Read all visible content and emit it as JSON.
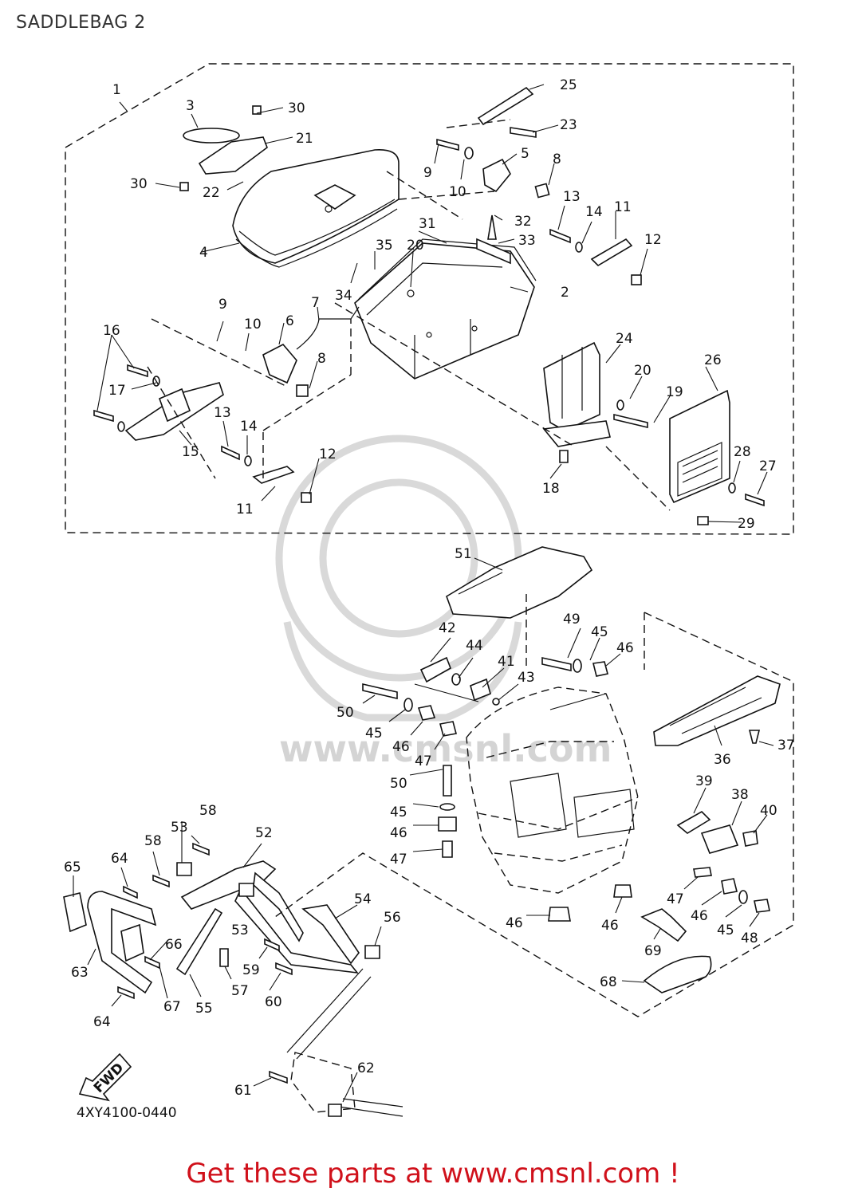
{
  "title": "SADDLEBAG 2",
  "diagram_code": "4XY4100-0440",
  "fwd_label": "FWD",
  "watermark": "www.cmsnl.com",
  "banner": "Get these parts at www.cmsnl.com !",
  "colors": {
    "banner": "#d0111b",
    "line": "#111111",
    "watermark": "#d4d4d4"
  },
  "callouts": [
    {
      "id": "c1",
      "label": "1"
    },
    {
      "id": "c2",
      "label": "2"
    },
    {
      "id": "c3",
      "label": "3"
    },
    {
      "id": "c4",
      "label": "4"
    },
    {
      "id": "c5",
      "label": "5"
    },
    {
      "id": "c6",
      "label": "6"
    },
    {
      "id": "c7",
      "label": "7"
    },
    {
      "id": "c8a",
      "label": "8"
    },
    {
      "id": "c8b",
      "label": "8"
    },
    {
      "id": "c9a",
      "label": "9"
    },
    {
      "id": "c9b",
      "label": "9"
    },
    {
      "id": "c10a",
      "label": "10"
    },
    {
      "id": "c10b",
      "label": "10"
    },
    {
      "id": "c11a",
      "label": "11"
    },
    {
      "id": "c11b",
      "label": "11"
    },
    {
      "id": "c12a",
      "label": "12"
    },
    {
      "id": "c12b",
      "label": "12"
    },
    {
      "id": "c13a",
      "label": "13"
    },
    {
      "id": "c13b",
      "label": "13"
    },
    {
      "id": "c14a",
      "label": "14"
    },
    {
      "id": "c14b",
      "label": "14"
    },
    {
      "id": "c15",
      "label": "15"
    },
    {
      "id": "c16",
      "label": "16"
    },
    {
      "id": "c17",
      "label": "17"
    },
    {
      "id": "c18",
      "label": "18"
    },
    {
      "id": "c19",
      "label": "19"
    },
    {
      "id": "c20a",
      "label": "20"
    },
    {
      "id": "c20b",
      "label": "20"
    },
    {
      "id": "c21",
      "label": "21"
    },
    {
      "id": "c22",
      "label": "22"
    },
    {
      "id": "c23",
      "label": "23"
    },
    {
      "id": "c24",
      "label": "24"
    },
    {
      "id": "c25",
      "label": "25"
    },
    {
      "id": "c26",
      "label": "26"
    },
    {
      "id": "c27",
      "label": "27"
    },
    {
      "id": "c28",
      "label": "28"
    },
    {
      "id": "c29",
      "label": "29"
    },
    {
      "id": "c30a",
      "label": "30"
    },
    {
      "id": "c30b",
      "label": "30"
    },
    {
      "id": "c31",
      "label": "31"
    },
    {
      "id": "c32",
      "label": "32"
    },
    {
      "id": "c33",
      "label": "33"
    },
    {
      "id": "c34",
      "label": "34"
    },
    {
      "id": "c35",
      "label": "35"
    },
    {
      "id": "c36",
      "label": "36"
    },
    {
      "id": "c37",
      "label": "37"
    },
    {
      "id": "c38",
      "label": "38"
    },
    {
      "id": "c39",
      "label": "39"
    },
    {
      "id": "c40",
      "label": "40"
    },
    {
      "id": "c41",
      "label": "41"
    },
    {
      "id": "c42",
      "label": "42"
    },
    {
      "id": "c43",
      "label": "43"
    },
    {
      "id": "c44",
      "label": "44"
    },
    {
      "id": "c45a",
      "label": "45"
    },
    {
      "id": "c45b",
      "label": "45"
    },
    {
      "id": "c45c",
      "label": "45"
    },
    {
      "id": "c45d",
      "label": "45"
    },
    {
      "id": "c46a",
      "label": "46"
    },
    {
      "id": "c46b",
      "label": "46"
    },
    {
      "id": "c46c",
      "label": "46"
    },
    {
      "id": "c46d",
      "label": "46"
    },
    {
      "id": "c46e",
      "label": "46"
    },
    {
      "id": "c46f",
      "label": "46"
    },
    {
      "id": "c47a",
      "label": "47"
    },
    {
      "id": "c47b",
      "label": "47"
    },
    {
      "id": "c47c",
      "label": "47"
    },
    {
      "id": "c48",
      "label": "48"
    },
    {
      "id": "c49",
      "label": "49"
    },
    {
      "id": "c50a",
      "label": "50"
    },
    {
      "id": "c50b",
      "label": "50"
    },
    {
      "id": "c51",
      "label": "51"
    },
    {
      "id": "c52",
      "label": "52"
    },
    {
      "id": "c53a",
      "label": "53"
    },
    {
      "id": "c53b",
      "label": "53"
    },
    {
      "id": "c54",
      "label": "54"
    },
    {
      "id": "c55",
      "label": "55"
    },
    {
      "id": "c56",
      "label": "56"
    },
    {
      "id": "c57",
      "label": "57"
    },
    {
      "id": "c58a",
      "label": "58"
    },
    {
      "id": "c58b",
      "label": "58"
    },
    {
      "id": "c59",
      "label": "59"
    },
    {
      "id": "c60",
      "label": "60"
    },
    {
      "id": "c61",
      "label": "61"
    },
    {
      "id": "c62",
      "label": "62"
    },
    {
      "id": "c63",
      "label": "63"
    },
    {
      "id": "c64a",
      "label": "64"
    },
    {
      "id": "c64b",
      "label": "64"
    },
    {
      "id": "c65",
      "label": "65"
    },
    {
      "id": "c66",
      "label": "66"
    },
    {
      "id": "c67",
      "label": "67"
    },
    {
      "id": "c68",
      "label": "68"
    },
    {
      "id": "c69",
      "label": "69"
    }
  ]
}
